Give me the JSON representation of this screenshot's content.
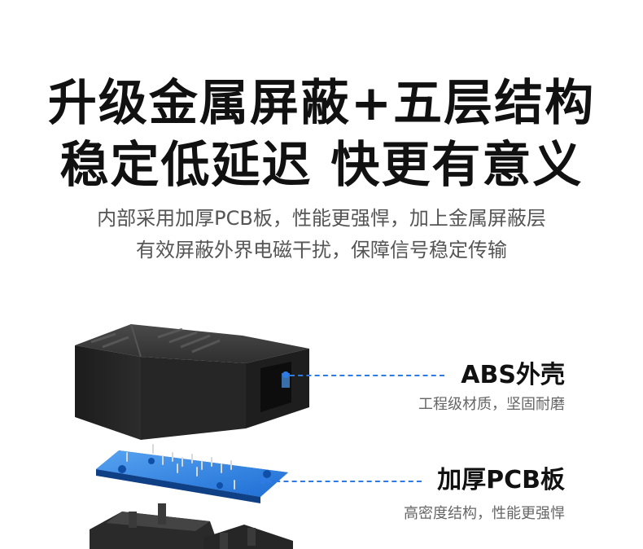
{
  "headline": {
    "line1": "升级金属屏蔽+五层结构",
    "line2": "稳定低延迟 快更有意义"
  },
  "subtitle": {
    "line1": "内部采用加厚PCB板，性能更强悍，加上金属屏蔽层",
    "line2": "有效屏蔽外界电磁干扰，保障信号稳定传输"
  },
  "callouts": [
    {
      "title": "ABS外壳",
      "desc": "工程级材质，坚固耐磨"
    },
    {
      "title": "加厚PCB板",
      "desc": "高密度结构，性能更强悍"
    }
  ],
  "colors": {
    "accent": "#2e7be6",
    "pcb": "#2f86e8",
    "housing": "#2b2b2b"
  }
}
